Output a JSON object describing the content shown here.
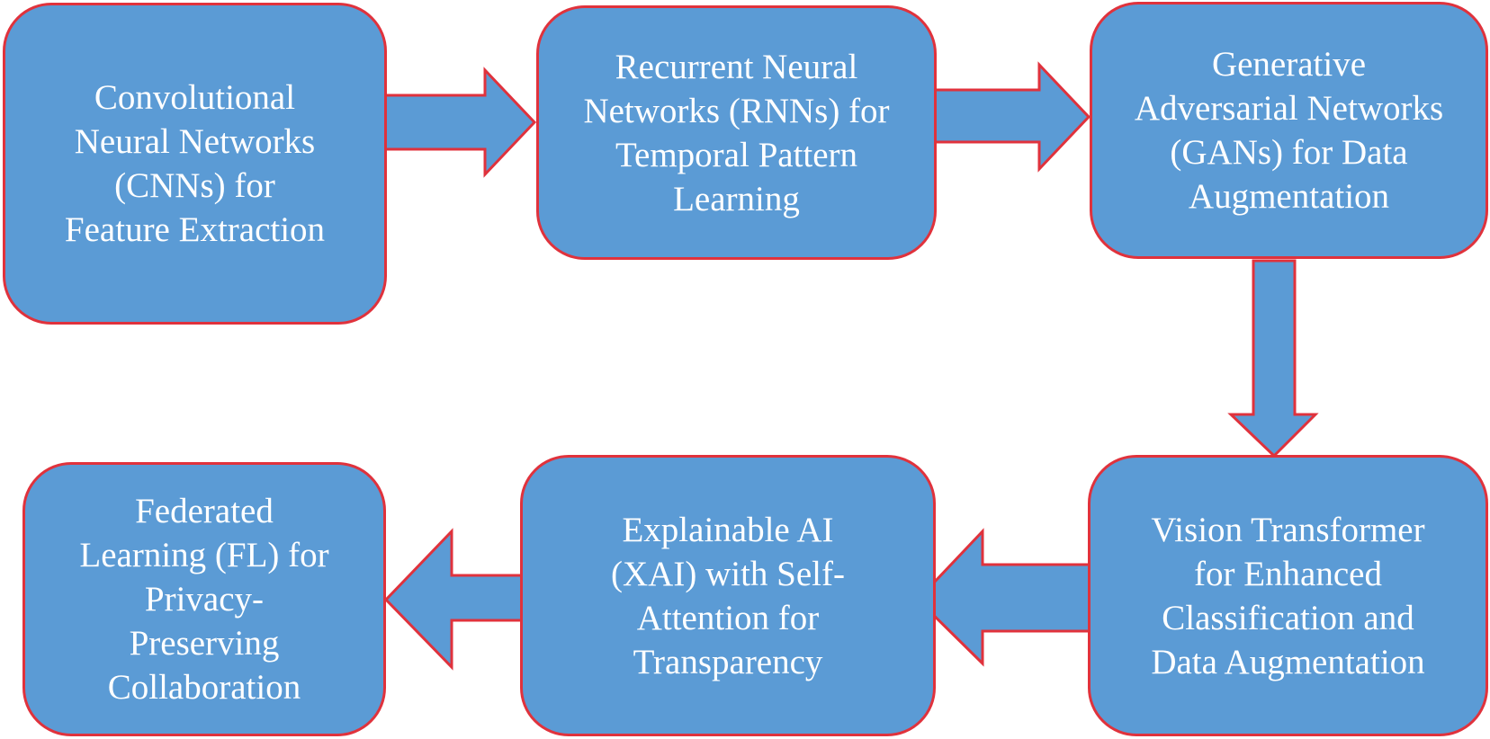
{
  "colors": {
    "box_fill": "#5b9bd5",
    "box_border": "#e0323c",
    "arrow_fill": "#5b9bd5",
    "arrow_border": "#e0323c",
    "text": "#ffffff",
    "background": "#ffffff"
  },
  "steps": [
    {
      "label": "Convolutional\nNeural Networks\n(CNNs) for\nFeature Extraction"
    },
    {
      "label": "Recurrent Neural\nNetworks (RNNs) for\nTemporal Pattern\nLearning"
    },
    {
      "label": "Generative\nAdversarial Networks\n(GANs) for Data\nAugmentation"
    },
    {
      "label": "Vision Transformer\nfor Enhanced\nClassification and\nData Augmentation"
    },
    {
      "label": "Explainable AI\n(XAI) with Self-\nAttention for\nTransparency"
    },
    {
      "label": "Federated\nLearning (FL) for\nPrivacy-\nPreserving\nCollaboration"
    }
  ],
  "flow": [
    {
      "from": 0,
      "to": 1,
      "direction": "right"
    },
    {
      "from": 1,
      "to": 2,
      "direction": "right"
    },
    {
      "from": 2,
      "to": 3,
      "direction": "down"
    },
    {
      "from": 3,
      "to": 4,
      "direction": "left"
    },
    {
      "from": 4,
      "to": 5,
      "direction": "left"
    }
  ]
}
